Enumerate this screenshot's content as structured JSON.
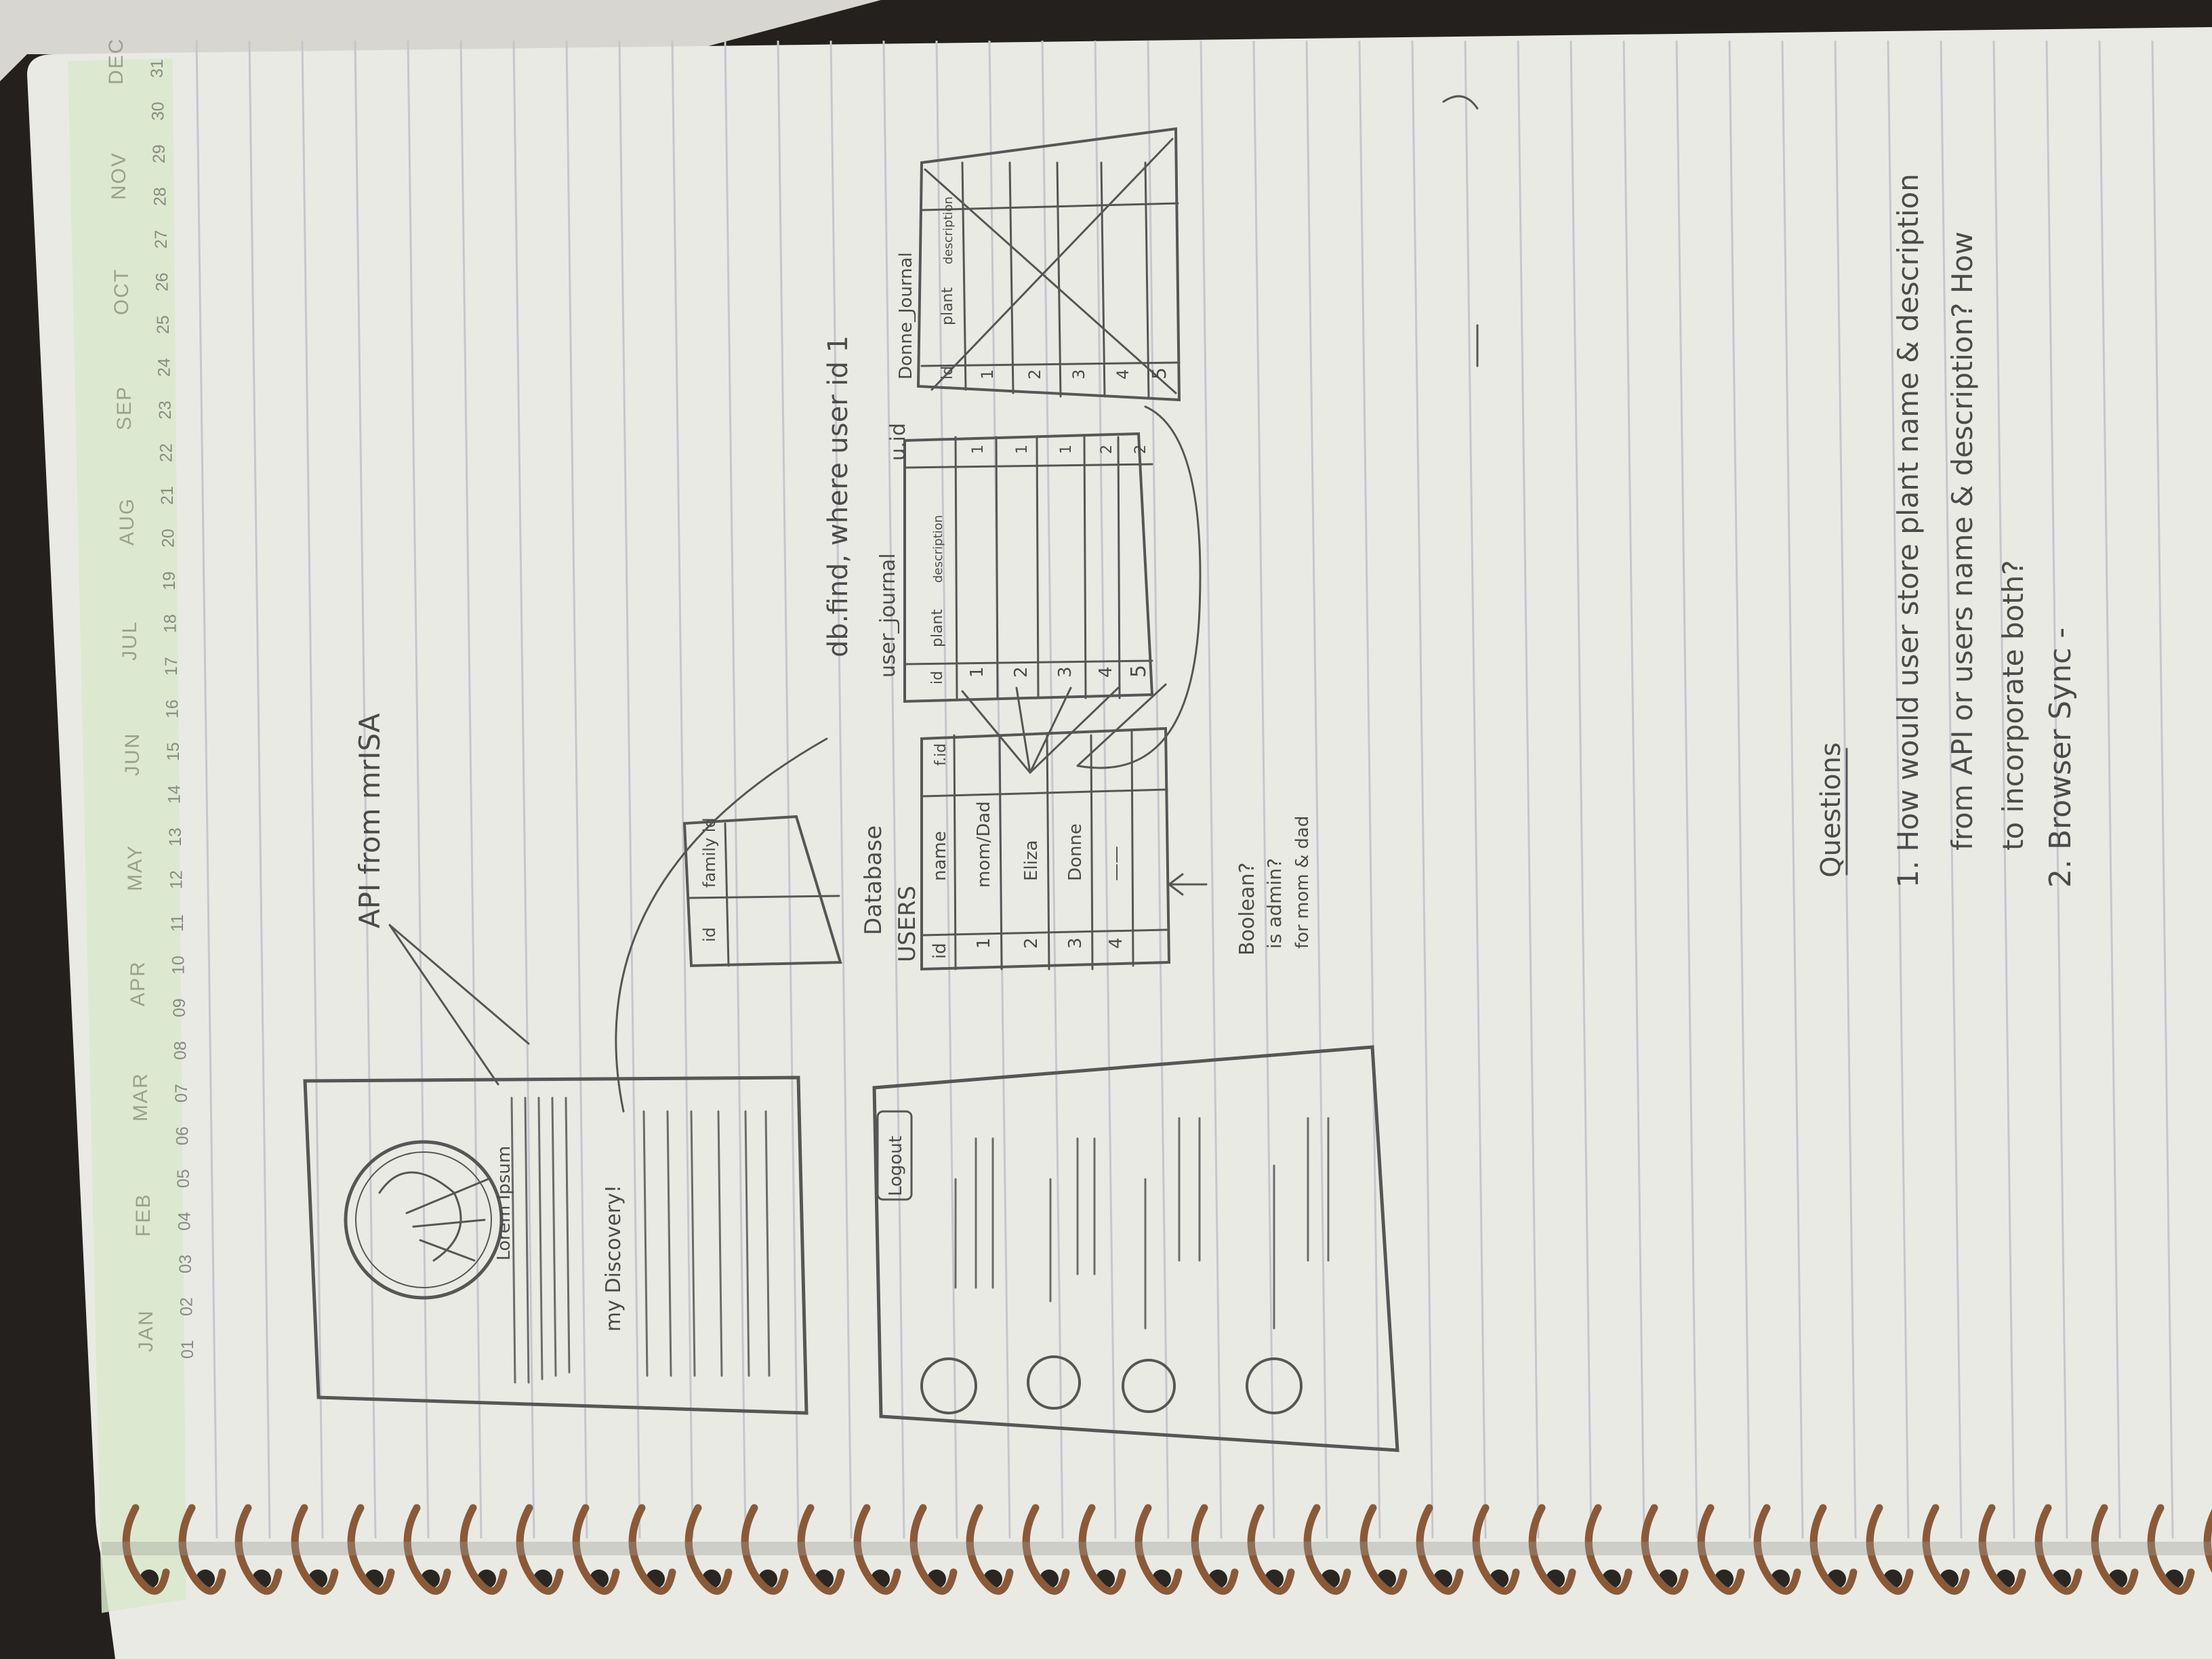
{
  "calendar": {
    "months": [
      "JAN",
      "FEB",
      "MAR",
      "APR",
      "MAY",
      "JUN",
      "JUL",
      "AUG",
      "SEP",
      "OCT",
      "NOV",
      "DEC"
    ],
    "days": [
      "01",
      "02",
      "03",
      "04",
      "05",
      "06",
      "07",
      "08",
      "09",
      "10",
      "11",
      "12",
      "13",
      "14",
      "15",
      "16",
      "17",
      "18",
      "19",
      "20",
      "21",
      "22",
      "23",
      "24",
      "25",
      "26",
      "27",
      "28",
      "29",
      "30",
      "31"
    ]
  },
  "sketch": {
    "profile_card": {
      "lorem_label": "Lorem Ipsum",
      "discovery_label": "my Discovery!"
    },
    "api_note": "API from mrISA",
    "list_card": {
      "logout_label": "Logout"
    },
    "family_table": {
      "headers": [
        "id",
        "family id"
      ]
    },
    "database": {
      "title": "Database",
      "users_table": {
        "label": "USERS",
        "headers": [
          "id",
          "name",
          "f.id"
        ],
        "rows": [
          [
            "1",
            "mom/Dad",
            ""
          ],
          [
            "2",
            "Eliza",
            ""
          ],
          [
            "3",
            "Donne",
            ""
          ],
          [
            "4",
            "——",
            ""
          ]
        ]
      },
      "admin_note_line1": "Boolean?",
      "admin_note_line2": "is admin?",
      "admin_note_line3": "for mom & dad",
      "query_note": "db.find, where user id 1",
      "eliza_journal": {
        "label": "user_journal",
        "uid_label": "u.id",
        "headers": [
          "id",
          "plant",
          "description",
          "u.id"
        ],
        "rows": [
          [
            "1",
            "—",
            "",
            "1"
          ],
          [
            "2",
            "—",
            "",
            "1"
          ],
          [
            "3",
            "—",
            "",
            "1"
          ],
          [
            "4",
            "—",
            "",
            "2"
          ],
          [
            "5",
            "—",
            "",
            "2"
          ]
        ]
      },
      "donne_journal": {
        "label": "Donne_Journal",
        "headers": [
          "id",
          "plant",
          "description"
        ],
        "rows": [
          [
            "1",
            "—"
          ],
          [
            "2",
            "—"
          ],
          [
            "3",
            "—"
          ],
          [
            "4",
            "—"
          ],
          [
            "5",
            "—"
          ]
        ]
      }
    },
    "questions": {
      "heading": "Questions",
      "q1_line1": "1. How would user store plant name & description",
      "q1_line2": "from API or users name & description? How",
      "q1_line3": "to incorporate both?",
      "q2": "2. Browser Sync -"
    }
  },
  "colors": {
    "paper": "#e9e9e4",
    "rule_line": "#c3c5cb",
    "calendar_band": "#d8e8cc",
    "pencil": "#4b4b4b",
    "spiral": "#8a5a38"
  }
}
